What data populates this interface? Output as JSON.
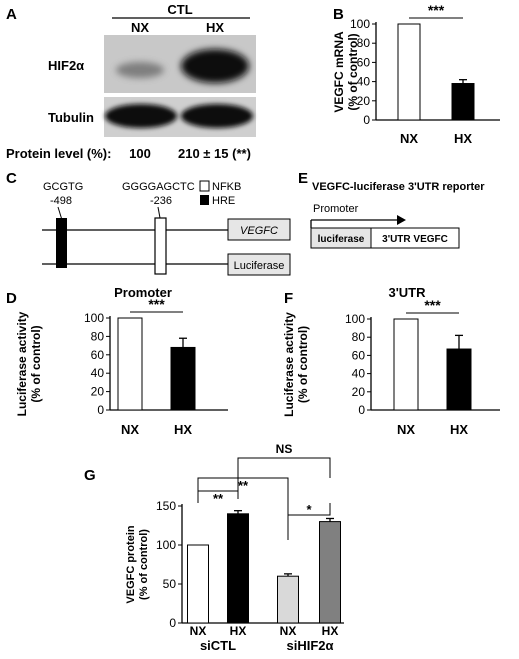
{
  "panels": {
    "a": {
      "letter": "A",
      "group": "CTL",
      "lanes": [
        "NX",
        "HX"
      ],
      "rows": [
        "HIF2α",
        "Tubulin"
      ],
      "quant_label": "Protein level (%):",
      "quant_values": [
        "100",
        "210 ± 15 (**)"
      ]
    },
    "b": {
      "letter": "B"
    },
    "c": {
      "letter": "C",
      "site1_seq": "GCGTG",
      "site1_pos": "-498",
      "site2_seq": "GGGGAGCTC",
      "site2_pos": "-236",
      "legend": [
        "NFKB",
        "HRE"
      ],
      "gene1": "VEGFC",
      "gene2": "Luciferase"
    },
    "d": {
      "letter": "D"
    },
    "e": {
      "letter": "E",
      "title": "VEGFC-luciferase 3'UTR reporter",
      "promoter": "Promoter",
      "box1": "luciferase",
      "box2": "3'UTR VEGFC"
    },
    "f": {
      "letter": "F"
    },
    "g": {
      "letter": "G",
      "groups": [
        "siCTL",
        "siHIF2α"
      ],
      "sig": [
        "**",
        "**",
        "NS",
        "*"
      ]
    }
  },
  "chart_data": [
    {
      "panel": "B",
      "type": "bar",
      "categories": [
        "NX",
        "HX"
      ],
      "values": [
        100,
        38
      ],
      "errors": [
        0,
        4
      ],
      "colors": [
        "#ffffff",
        "#000000"
      ],
      "ylabel": "VEGFC mRNA\n(% of control)",
      "ylim": [
        0,
        100
      ],
      "yticks": [
        0,
        20,
        40,
        60,
        80,
        100
      ],
      "significance": "***"
    },
    {
      "panel": "D",
      "type": "bar",
      "title": "Promoter",
      "categories": [
        "NX",
        "HX"
      ],
      "values": [
        100,
        68
      ],
      "errors": [
        0,
        10
      ],
      "colors": [
        "#ffffff",
        "#000000"
      ],
      "ylabel": "Luciferase activity\n(% of control)",
      "ylim": [
        0,
        100
      ],
      "yticks": [
        0,
        20,
        40,
        60,
        80,
        100
      ],
      "significance": "***"
    },
    {
      "panel": "F",
      "type": "bar",
      "title": "3'UTR",
      "categories": [
        "NX",
        "HX"
      ],
      "values": [
        100,
        67
      ],
      "errors": [
        0,
        15
      ],
      "colors": [
        "#ffffff",
        "#000000"
      ],
      "ylabel": "Luciferase activity\n(% of control)",
      "ylim": [
        0,
        100
      ],
      "yticks": [
        0,
        20,
        40,
        60,
        80,
        100
      ],
      "significance": "***"
    },
    {
      "panel": "G",
      "type": "bar",
      "categories": [
        "NX",
        "HX",
        "NX",
        "HX"
      ],
      "values": [
        100,
        140,
        60,
        130
      ],
      "errors": [
        0,
        4,
        3,
        4
      ],
      "colors": [
        "#ffffff",
        "#000000",
        "#d9d9d9",
        "#808080"
      ],
      "ylabel": "VEGFC protein\n(% of control)",
      "ylim": [
        0,
        150
      ],
      "yticks": [
        0,
        50,
        100,
        150
      ]
    }
  ]
}
